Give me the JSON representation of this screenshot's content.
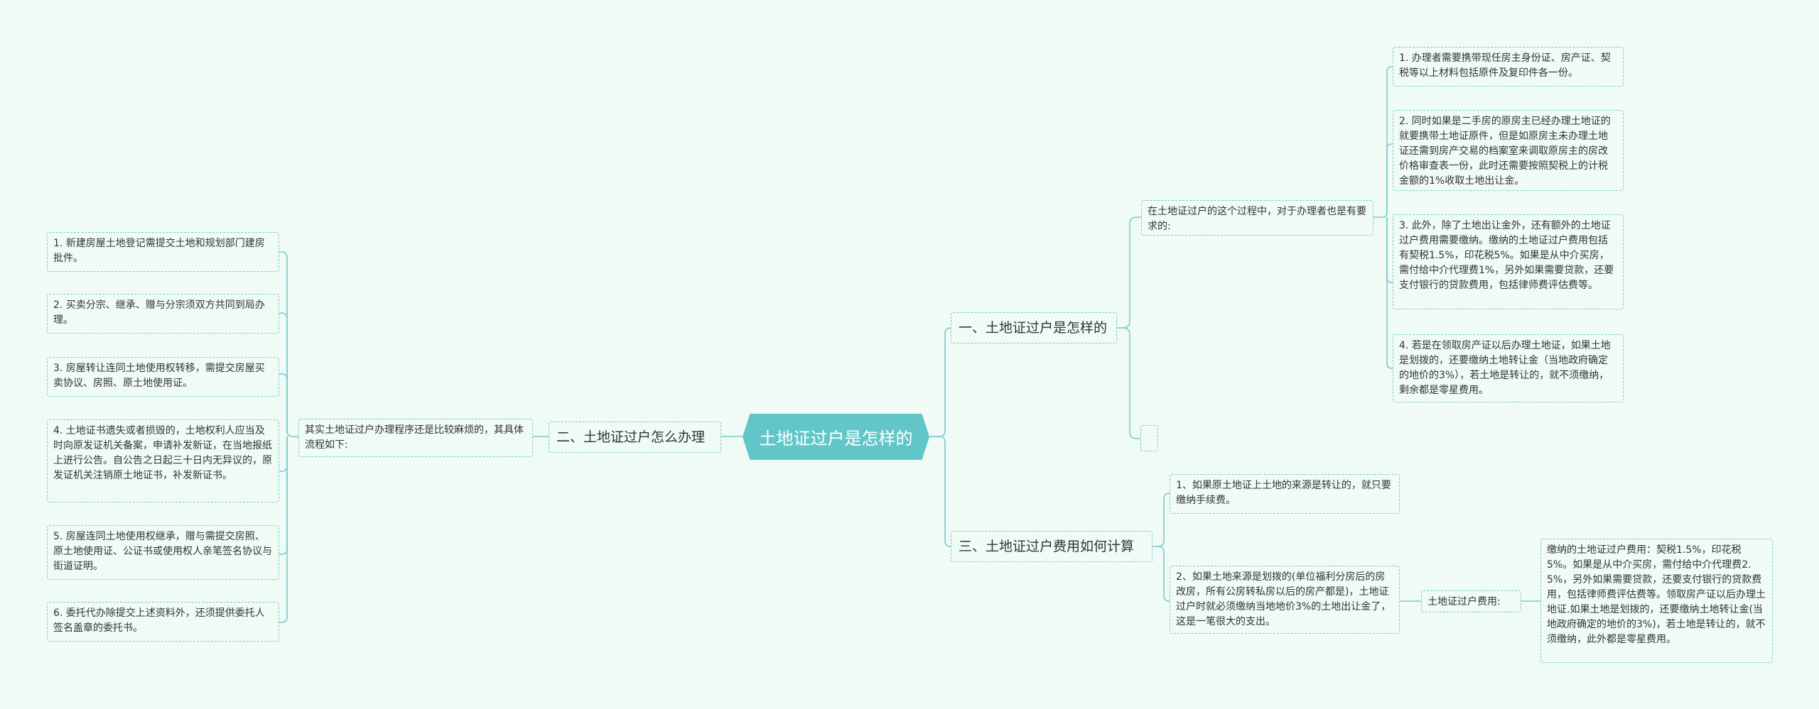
{
  "root": {
    "label": "土地证过户是怎样的"
  },
  "branch_1": {
    "label": "一、土地证过户是怎样的",
    "intro": "在土地证过户的这个过程中，对于办理者也是有要求的:",
    "items": [
      "1. 办理者需要携带现任房主身份证、房产证、契税等以上材料包括原件及复印件各一份。",
      "2. 同时如果是二手房的原房主已经办理土地证的就要携带土地证原件，但是如原房主未办理土地证还需到房产交易的档案室来调取原房主的房改价格审查表一份，此时还需要按照契税上的计税金额的1%收取土地出让金。",
      "3. 此外，除了土地出让金外，还有额外的土地证过户费用需要缴纳。缴纳的土地证过户费用包括有契税1.5%，印花税5%。如果是从中介买房，需付给中介代理费1%，另外如果需要贷款，还要支付银行的贷款费用，包括律师费评估费等。",
      "4. 若是在领取房产证以后办理土地证，如果土地是划拨的，还要缴纳土地转让金（当地政府确定的地价的3%），若土地是转让的，就不须缴纳，剩余都是零星费用。"
    ],
    "empty_node": ""
  },
  "branch_2": {
    "label": "二、土地证过户怎么办理",
    "intro": "其实土地证过户办理程序还是比较麻烦的，其具体流程如下:",
    "items": [
      "1. 新建房屋土地登记需提交土地和规划部门建房批件。",
      "2. 买卖分宗、继承、赠与分宗须双方共同到局办理。",
      "3. 房屋转让连同土地使用权转移，需提交房屋买卖协议、房照、原土地使用证。",
      "4. 土地证书遗失或者损毁的，土地权利人应当及时向原发证机关备案，申请补发新证，在当地报纸上进行公告。自公告之日起三十日内无异议的，原发证机关注销原土地证书，补发新证书。",
      "5. 房屋连同土地使用权继承，赠与需提交房照、原土地使用证、公证书或使用权人亲笔签名协议与街道证明。",
      "6. 委托代办除提交上述资料外，还须提供委托人签名盖章的委托书。"
    ]
  },
  "branch_3": {
    "label": "三、土地证过户费用如何计算",
    "items": [
      "1、如果原土地证上土地的来源是转让的，就只要缴纳手续费。",
      "2、如果土地来源是划拨的(单位福利分房后的房改房，所有公房转私房以后的房产都是)，土地证过户时就必须缴纳当地地价3%的土地出让金了，这是一笔很大的支出。"
    ],
    "fee_label": "土地证过户费用:",
    "fee_detail": "缴纳的土地证过户费用：契税1.5%，印花税5%。如果是从中介买房，需付给中介代理费2.5%，另外如果需要贷款，还要支付银行的贷款费用，包括律师费评估费等。领取房产证以后办理土地证.如果土地是划拨的，还要缴纳土地转让金(当地政府确定的地价的3%)，若土地是转让的，就不须缴纳，此外都是零星费用。"
  },
  "colors": {
    "background": "#effbf4",
    "root_fill": "#62c6c9",
    "line": "#7ec9cf",
    "text": "#333333"
  }
}
